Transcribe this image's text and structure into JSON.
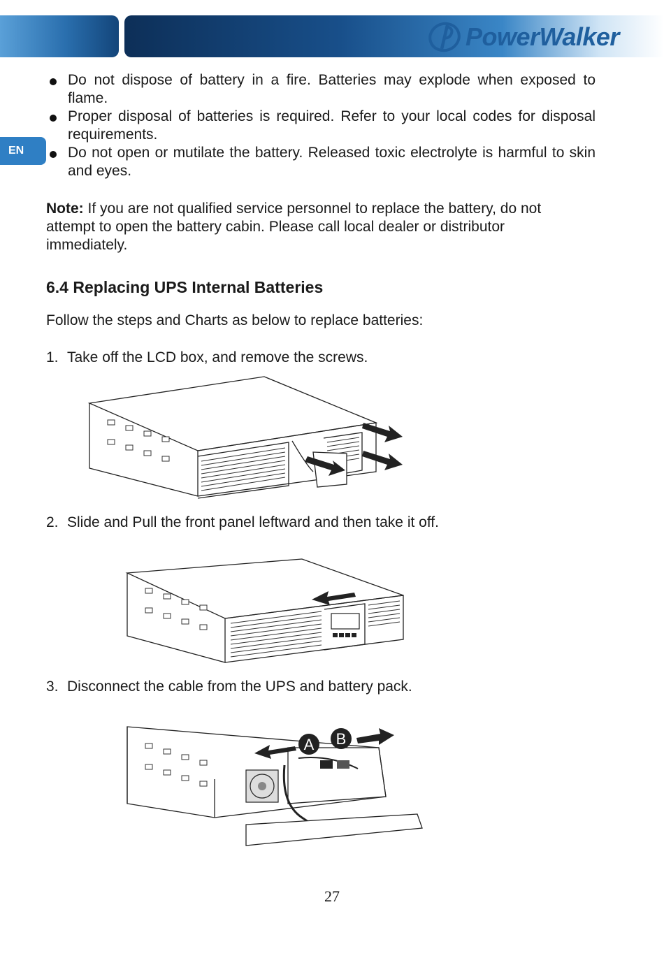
{
  "header": {
    "brand": "PowerWalker",
    "language_tab": "EN"
  },
  "colors": {
    "brand_blue": "#1f5f9e",
    "header_dark": "#0d2f58",
    "tab_blue": "#2f7fc4"
  },
  "bullets": [
    "Do not dispose of battery in a fire. Batteries may explode when exposed to flame.",
    "Proper disposal of batteries is required. Refer to your local codes for disposal requirements.",
    "Do not open or mutilate the battery. Released toxic electrolyte is harmful to skin and eyes."
  ],
  "note": {
    "label": "Note:",
    "text": " If you are not qualified service personnel to replace the battery, do not attempt to open the battery cabin. Please call local dealer or distributor immediately."
  },
  "section": {
    "title": "6.4 Replacing UPS Internal Batteries",
    "intro": "Follow the steps and Charts as below to replace batteries:"
  },
  "steps": [
    {
      "num": "1.",
      "text": "Take off the LCD box, and remove the screws."
    },
    {
      "num": "2.",
      "text": "Slide and Pull the front panel leftward and then take it off."
    },
    {
      "num": "3.",
      "text": "Disconnect the cable from the UPS and battery pack."
    }
  ],
  "figure3_labels": {
    "a": "A",
    "b": "B"
  },
  "page_number": "27"
}
